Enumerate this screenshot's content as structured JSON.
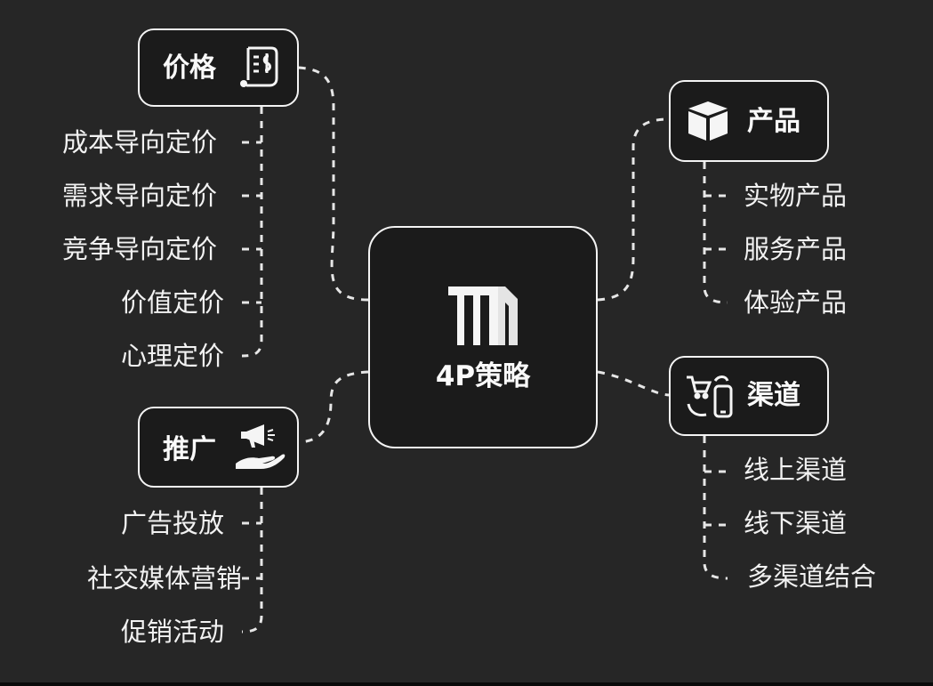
{
  "center": {
    "label": "4P策略",
    "icon": "building-logo-icon"
  },
  "price": {
    "title": "价格",
    "icon": "price-document-icon",
    "items": [
      "成本导向定价",
      "需求导向定价",
      "竞争导向定价",
      "价值定价",
      "心理定价"
    ]
  },
  "product": {
    "title": "产品",
    "icon": "box-cube-icon",
    "items": [
      "实物产品",
      "服务产品",
      "体验产品"
    ]
  },
  "promotion": {
    "title": "推广",
    "icon": "megaphone-hand-icon",
    "items": [
      "广告投放",
      "社交媒体营销",
      "促销活动"
    ]
  },
  "channel": {
    "title": "渠道",
    "icon": "cart-phone-icon",
    "items": [
      "线上渠道",
      "线下渠道",
      "多渠道结合"
    ]
  },
  "colors": {
    "background": "#262626",
    "foreground": "#f4f4f4"
  }
}
